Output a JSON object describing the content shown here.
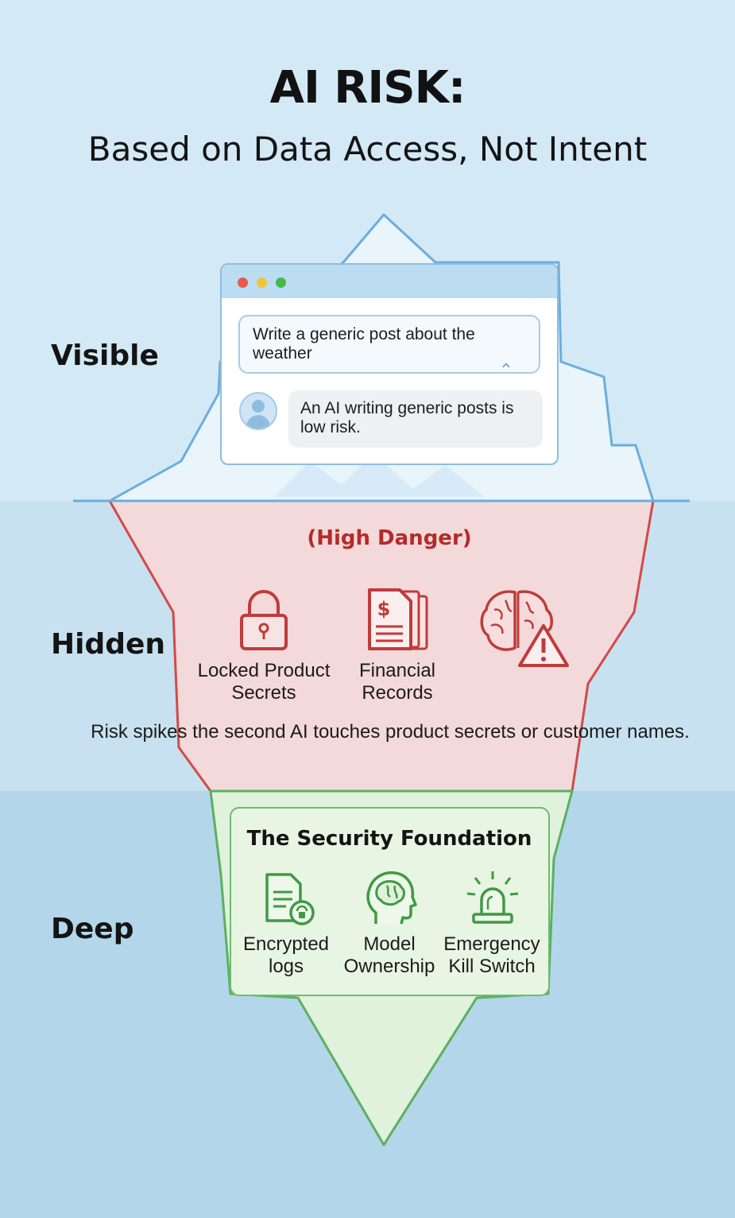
{
  "header": {
    "title": "AI RISK:",
    "subtitle": "Based on Data Access, Not Intent"
  },
  "layers": {
    "visible": "Visible",
    "hidden": "Hidden",
    "deep": "Deep"
  },
  "chat": {
    "prompt": "Write a generic post about the weather",
    "reply": "An AI writing generic posts is low risk."
  },
  "hidden_section": {
    "heading": "(High Danger)",
    "items": [
      {
        "label": "Locked Product Secrets",
        "icon": "padlock-icon"
      },
      {
        "label": "Financial Records",
        "icon": "financial-document-icon"
      },
      {
        "label": "",
        "icon": "brain-warning-icon"
      }
    ],
    "note": "Risk spikes the second AI touches product secrets or customer names."
  },
  "foundation": {
    "title": "The Security Foundation",
    "items": [
      {
        "label": "Encrypted logs",
        "icon": "encrypted-document-icon"
      },
      {
        "label": "Model Ownership",
        "icon": "brain-head-icon"
      },
      {
        "label": "Emergency Kill Switch",
        "icon": "siren-icon"
      }
    ]
  },
  "colors": {
    "sky": "#d3e9f6",
    "water_upper": "#c8e1f0",
    "water_deep": "#b3d6ea",
    "hidden_fill": "#f3d9d9",
    "hidden_stroke": "#d14a4a",
    "deep_fill": "#e0f2db",
    "deep_stroke": "#5cb05f",
    "ice_stroke": "#6aaedd",
    "danger_text": "#b52a2a"
  }
}
